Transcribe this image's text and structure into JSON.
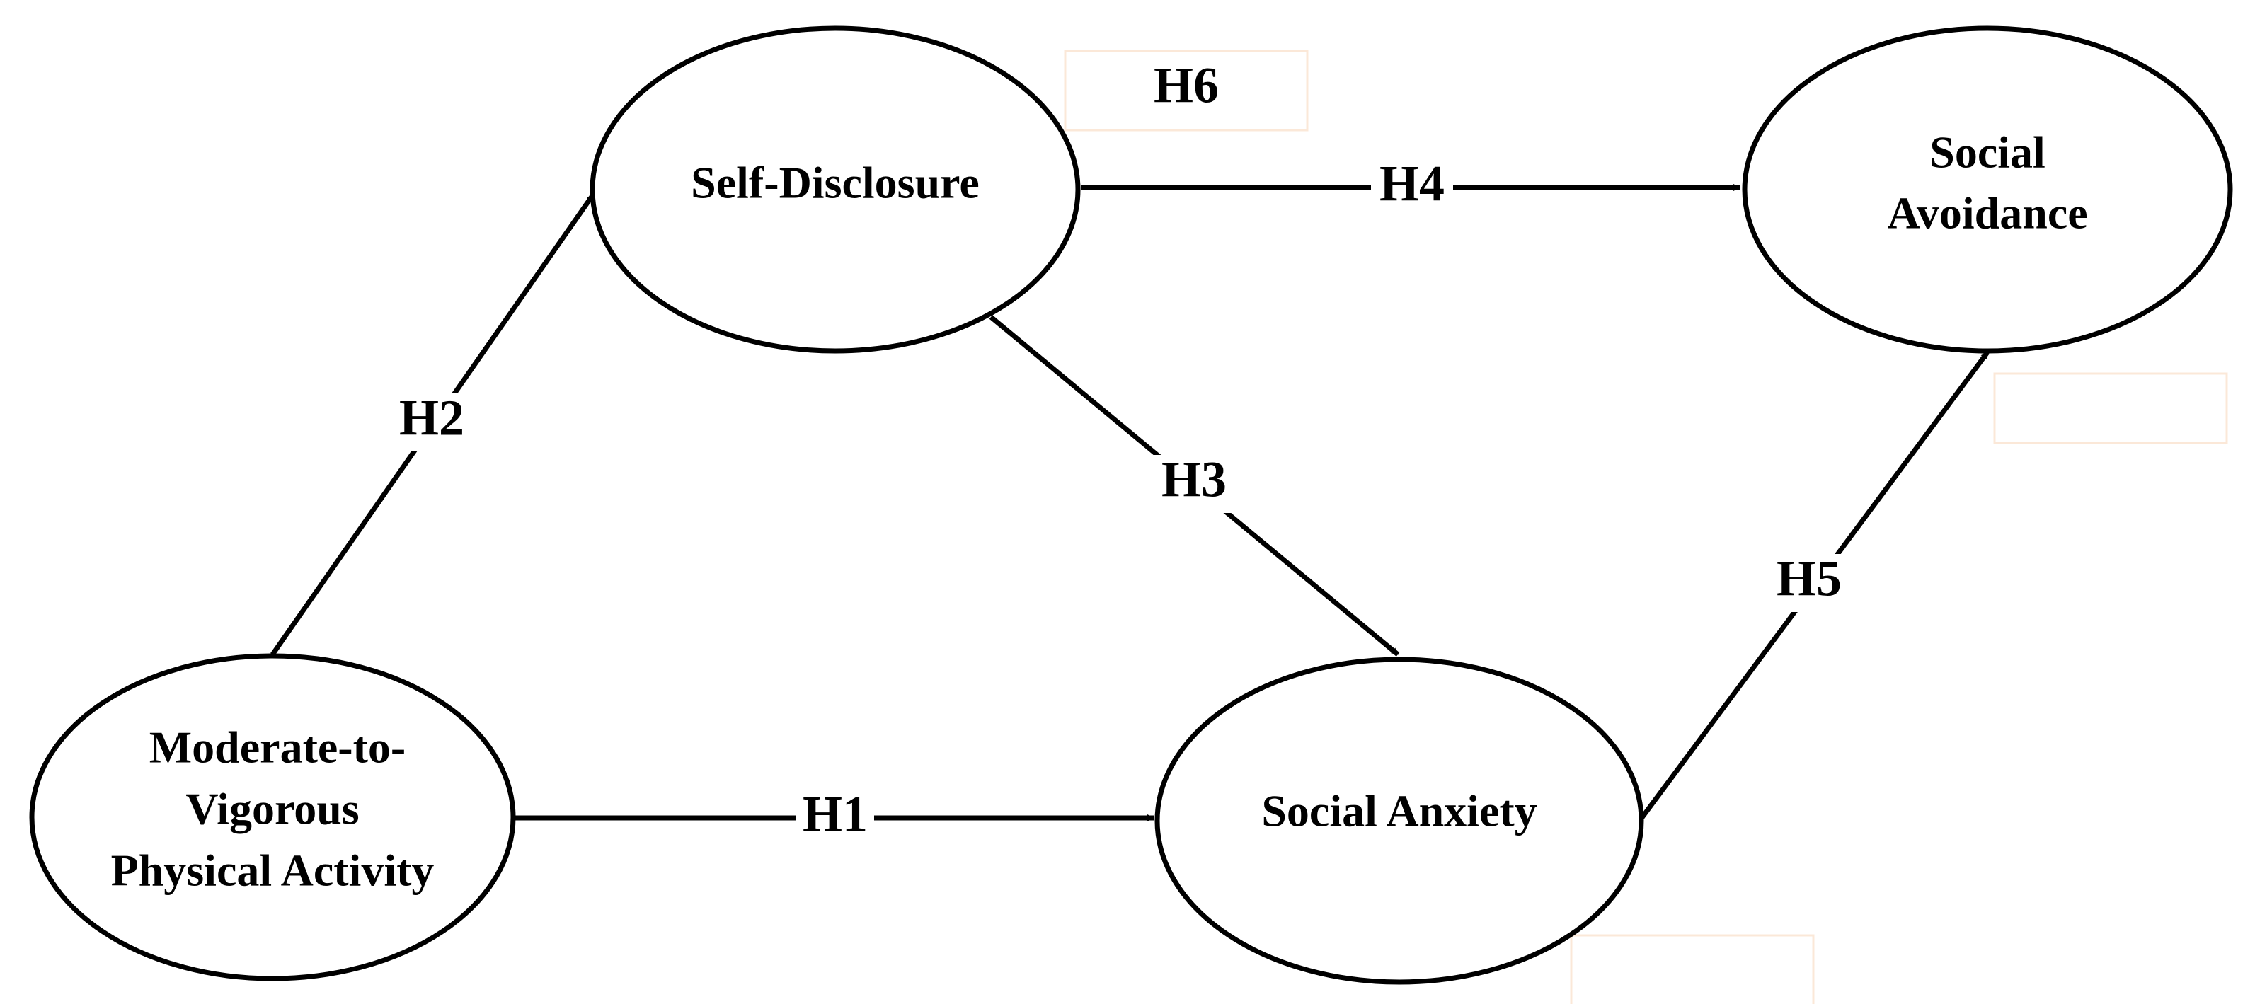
{
  "diagram": {
    "nodes": [
      {
        "id": "mvpa",
        "lines": [
          "Moderate-to-",
          "Vigorous",
          "Physical Activity"
        ]
      },
      {
        "id": "self_disclosure",
        "lines": [
          "Self-Disclosure"
        ]
      },
      {
        "id": "social_anxiety",
        "lines": [
          "Social Anxiety"
        ]
      },
      {
        "id": "social_avoidance",
        "lines": [
          "Social",
          "Avoidance"
        ]
      }
    ],
    "edges": [
      {
        "id": "h1",
        "label": "H1",
        "from": "mvpa",
        "to": "social_anxiety"
      },
      {
        "id": "h2",
        "label": "H2",
        "from": "mvpa",
        "to": "self_disclosure"
      },
      {
        "id": "h3",
        "label": "H3",
        "from": "self_disclosure",
        "to": "social_anxiety"
      },
      {
        "id": "h4",
        "label": "H4",
        "from": "self_disclosure",
        "to": "social_avoidance"
      },
      {
        "id": "h5",
        "label": "H5",
        "from": "social_anxiety",
        "to": "social_avoidance"
      }
    ],
    "extra_labels": [
      {
        "id": "h6",
        "label": "H6"
      }
    ],
    "colors": {
      "stroke": "#000000",
      "background": "#ffffff"
    }
  }
}
